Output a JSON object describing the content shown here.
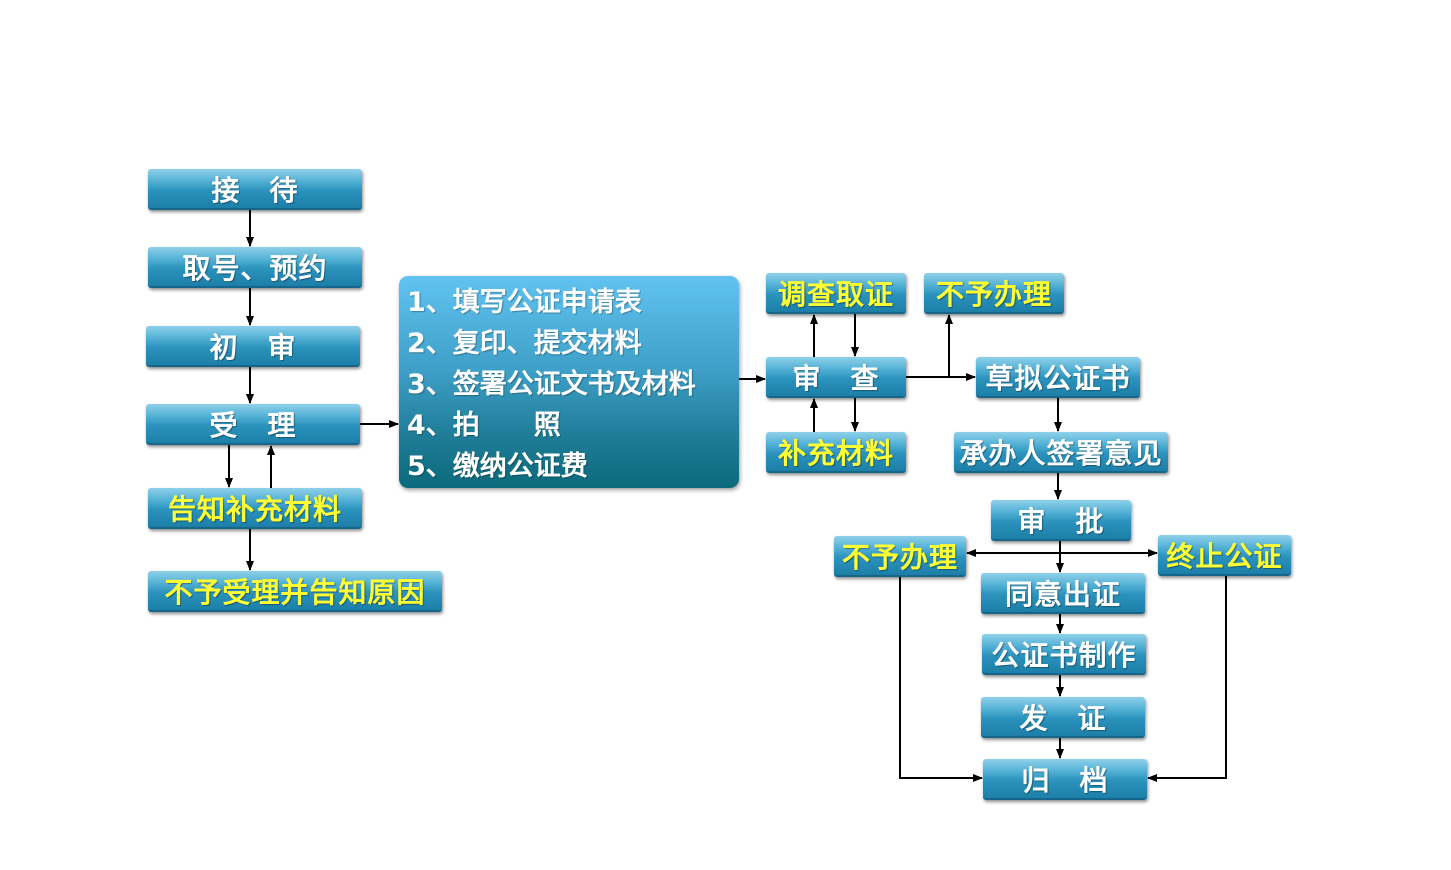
{
  "left": {
    "reception": "接　待",
    "queue": "取号、预约",
    "first_review": "初　审",
    "acceptance": "受　理",
    "notify_supplement": "告知补充材料",
    "reject_notify": "不予受理并告知原因"
  },
  "steps": [
    "1、填写公证申请表",
    "2、复印、提交材料",
    "3、签署公证文书及材料",
    "4、拍　　照",
    "5、缴纳公证费"
  ],
  "right": {
    "investigate": "调查取证",
    "no_handle_top": "不予办理",
    "examine": "审　查",
    "supplement": "补充材料",
    "draft": "草拟公证书",
    "officer_opinion": "承办人签署意见",
    "approve": "审　批",
    "no_handle_mid": "不予办理",
    "terminate": "终止公证",
    "agree": "同意出证",
    "make": "公证书制作",
    "issue": "发　证",
    "archive": "归　档"
  },
  "colors": {
    "box_text": "#ffffff",
    "highlight_text": "#ffff33",
    "arrow": "#000000"
  }
}
